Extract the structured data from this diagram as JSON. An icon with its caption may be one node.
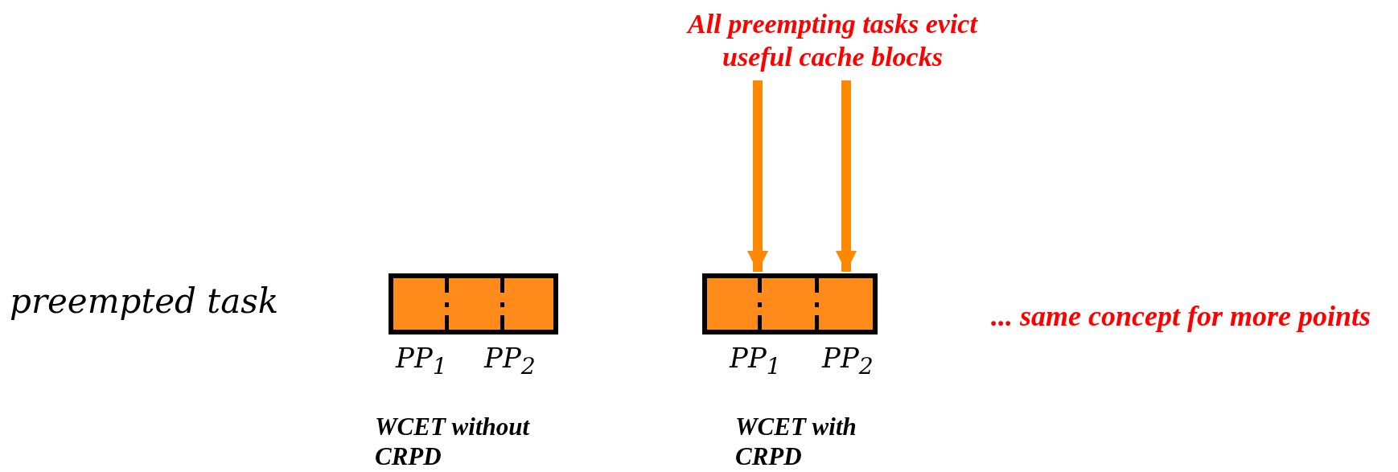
{
  "diagram": {
    "nodes": [
      {
        "text": [
          "All preempting tasks evict useful cache blocks"
        ]
      },
      {
        "text": [],
        "shape": "bar",
        "beside": [
          "PP$_{1}$",
          "PP$_{2}$",
          "WCET without CRPD"
        ]
      },
      {
        "text": [],
        "shape": "bar",
        "beside": [
          "PP$_{1}$",
          "PP$_{2}$",
          "WCET with CRPD"
        ]
      }
    ],
    "edges": [
      {
        "from": 0,
        "to": 2,
        "arrow": "to"
      },
      {
        "from": 0,
        "to": 2,
        "arrow": "to"
      }
    ],
    "labels": [
      "preempted task",
      "... same concept for more points"
    ]
  }
}
